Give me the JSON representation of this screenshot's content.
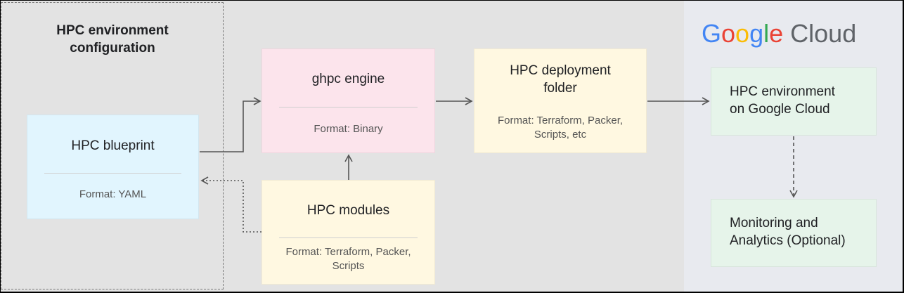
{
  "config": {
    "title": "HPC environment configuration"
  },
  "nodes": {
    "blueprint": {
      "title": "HPC blueprint",
      "format": "Format: YAML"
    },
    "engine": {
      "title": "ghpc engine",
      "format": "Format: Binary"
    },
    "modules": {
      "title": "HPC modules",
      "format": "Format: Terraform, Packer, Scripts"
    },
    "deployment": {
      "title": "HPC deployment folder",
      "format": "Format: Terraform, Packer, Scripts, etc"
    },
    "environment": {
      "title": "HPC environment on Google Cloud"
    },
    "monitoring": {
      "title": "Monitoring and Analytics (Optional)"
    }
  },
  "logo": {
    "letters": [
      "G",
      "o",
      "o",
      "g",
      "l",
      "e"
    ],
    "letter_colors": [
      "#4285F4",
      "#EA4335",
      "#FBBC05",
      "#4285F4",
      "#34A853",
      "#EA4335"
    ],
    "product": "Cloud"
  },
  "colors": {
    "blueprint": "#e1f5fe",
    "engine": "#fce4ec",
    "yellow": "#fff8e1",
    "green": "#e6f4ea",
    "arrow": "#555555"
  }
}
